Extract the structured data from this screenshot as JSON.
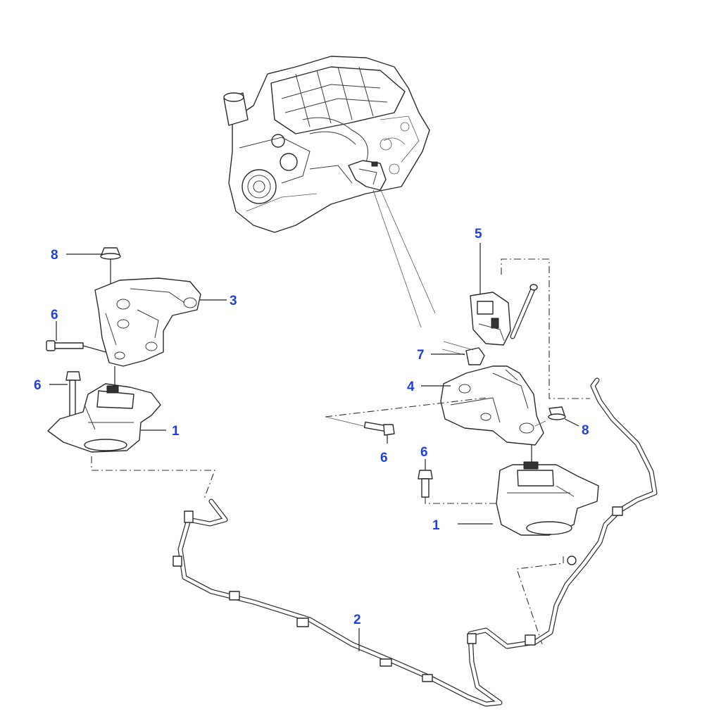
{
  "diagram": {
    "callouts": [
      {
        "id": "c8-left",
        "label": "8"
      },
      {
        "id": "c3",
        "label": "3"
      },
      {
        "id": "c6-left-upper",
        "label": "6"
      },
      {
        "id": "c6-left-lower",
        "label": "6"
      },
      {
        "id": "c1-left",
        "label": "1"
      },
      {
        "id": "c5",
        "label": "5"
      },
      {
        "id": "c7",
        "label": "7"
      },
      {
        "id": "c4",
        "label": "4"
      },
      {
        "id": "c8-right",
        "label": "8"
      },
      {
        "id": "c6-center",
        "label": "6"
      },
      {
        "id": "c6-right",
        "label": "6"
      },
      {
        "id": "c1-right",
        "label": "1"
      },
      {
        "id": "c2",
        "label": "2"
      }
    ],
    "parts": [
      {
        "name": "engine-assembly-illustration"
      },
      {
        "name": "engine-mount",
        "ref": "1"
      },
      {
        "name": "vacuum-hose",
        "ref": "2"
      },
      {
        "name": "engine-mount-bracket-left",
        "ref": "3"
      },
      {
        "name": "engine-mount-bracket-right",
        "ref": "4"
      },
      {
        "name": "solenoid-valve",
        "ref": "5"
      },
      {
        "name": "nut",
        "ref": "7"
      },
      {
        "name": "flange-nut",
        "ref": "8"
      },
      {
        "name": "bolt",
        "ref": "6"
      }
    ],
    "colors": {
      "callout": "#1f3fe6",
      "line": "#2a2a2a",
      "background": "#ffffff"
    }
  }
}
